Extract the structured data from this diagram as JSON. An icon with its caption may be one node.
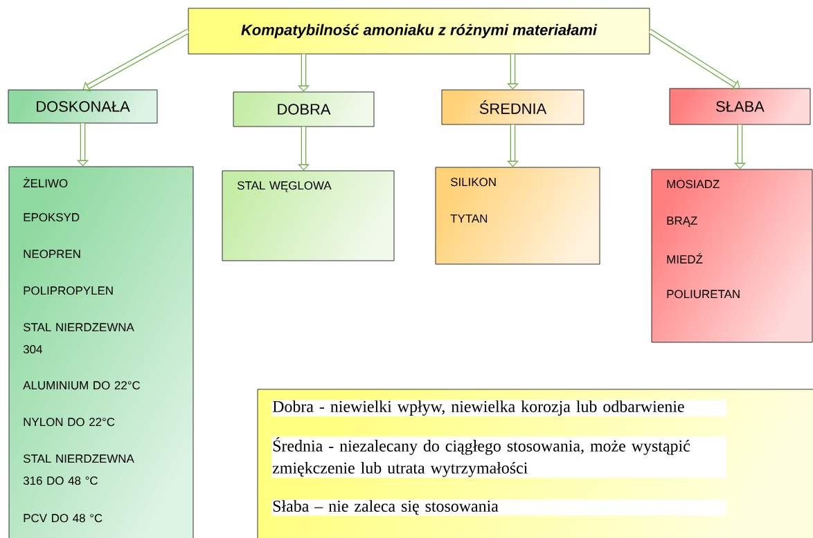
{
  "diagram": {
    "nodes": [
      {
        "text": [
          "Kompatybilność amoniaku z różnymi materiałami"
        ]
      },
      {
        "text": [
          "DOSKONAŁA"
        ]
      },
      {
        "text": [
          "DOBRA"
        ]
      },
      {
        "text": [
          "ŚREDNIA"
        ]
      },
      {
        "text": [
          "SŁABA"
        ]
      },
      {
        "text": [
          "ŻELIWO",
          "EPOKSYD",
          "NEOPREN",
          "POLIPROPYLEN",
          "STAL NIERDZEWNA 304",
          "ALUMINIUM DO 22°C",
          "NYLON DO 22°C",
          "STAL NIERDZEWNA 316 DO 48 °C",
          "PCV DO 48 °C"
        ]
      },
      {
        "text": [
          "STAL WĘGLOWA"
        ]
      },
      {
        "text": [
          "SILIKON",
          "TYTAN"
        ]
      },
      {
        "text": [
          "MOSIADZ",
          "BRĄZ",
          "MIEDŹ",
          "POLIURETAN"
        ]
      },
      {
        "text": [
          "Dobra - niewielki wpływ, niewielka korozja lub odbarwienie",
          "Średnia - niezalecany do ciągłego stosowania, może wystąpić zmiękczenie lub utrata wytrzymałości",
          "Słaba – nie zaleca się stosowania"
        ]
      }
    ],
    "edges": [
      {
        "from": 0,
        "to": 1,
        "arrow": "to"
      },
      {
        "from": 0,
        "to": 2,
        "arrow": "to"
      },
      {
        "from": 0,
        "to": 3,
        "arrow": "to"
      },
      {
        "from": 0,
        "to": 4,
        "arrow": "to"
      },
      {
        "from": 1,
        "to": 5,
        "arrow": "to"
      },
      {
        "from": 2,
        "to": 6,
        "arrow": "to"
      },
      {
        "from": 3,
        "to": 7,
        "arrow": "to"
      },
      {
        "from": 4,
        "to": 8,
        "arrow": "to"
      }
    ]
  }
}
